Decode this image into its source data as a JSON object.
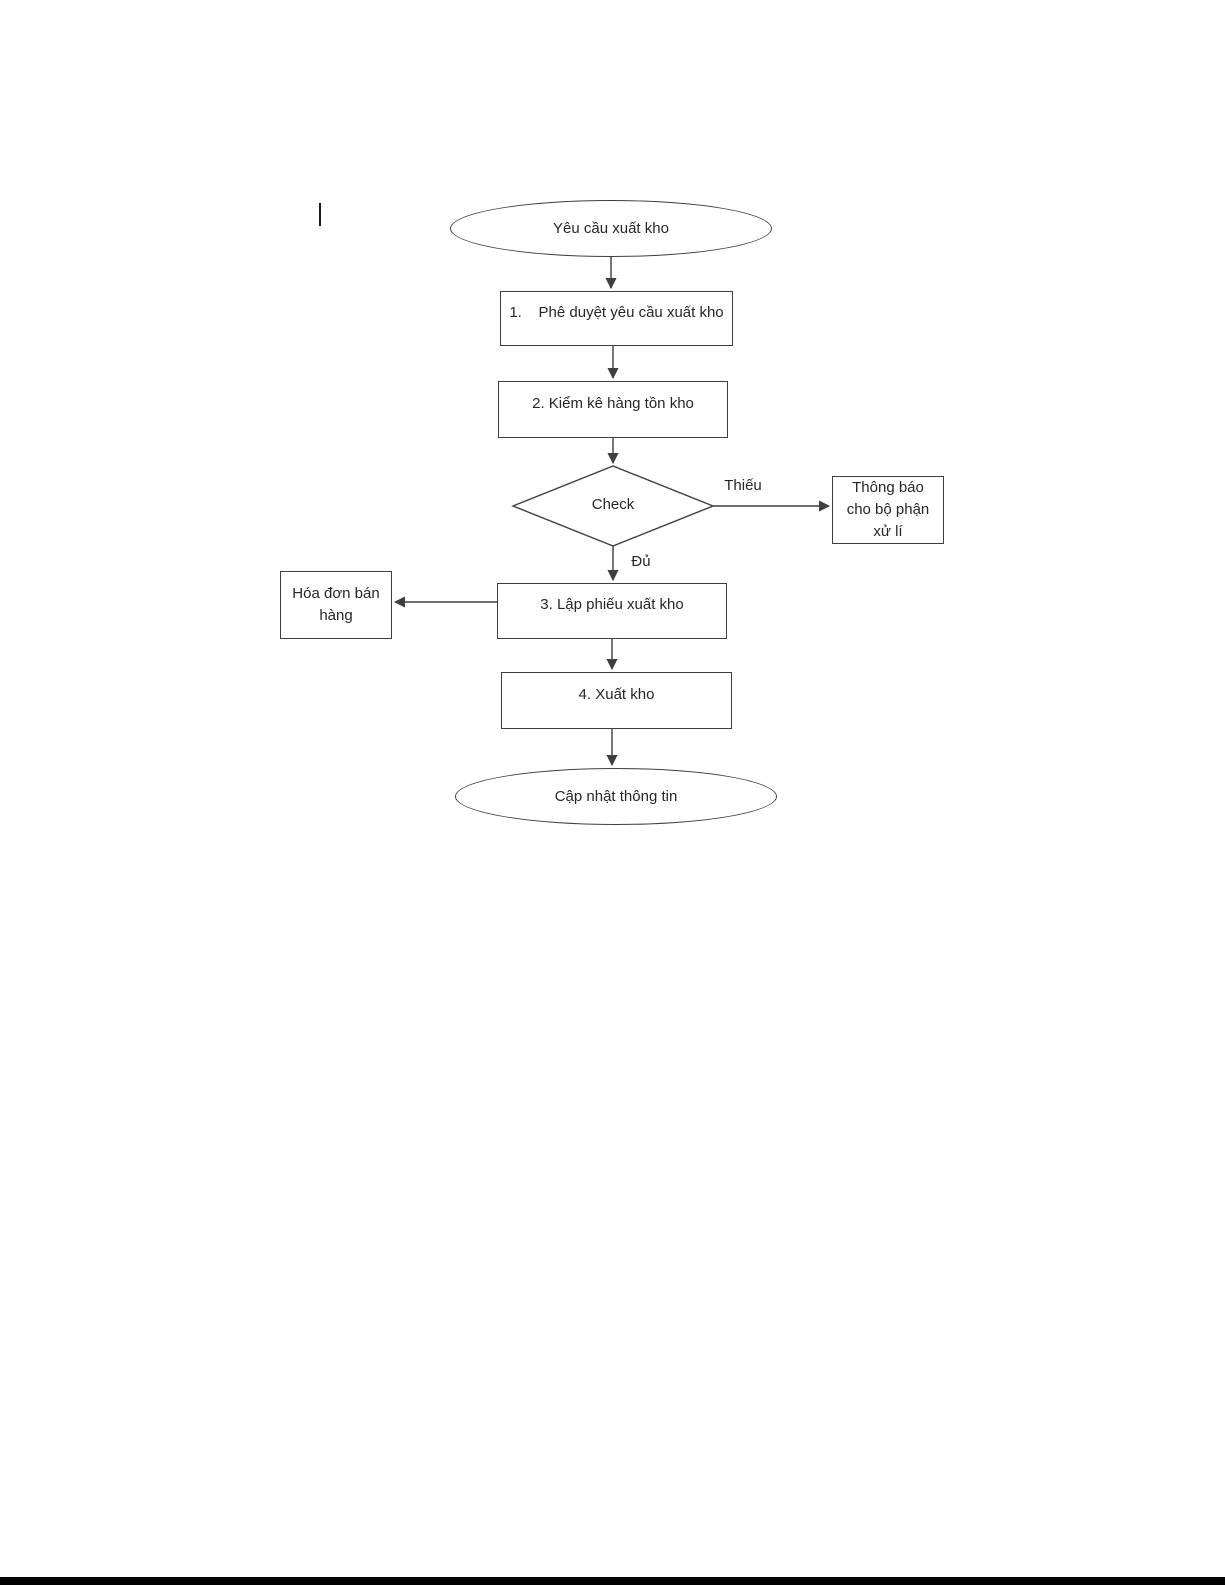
{
  "flowchart": {
    "start_label": "Yêu cầu xuất kho",
    "step1_label": "1.    Phê duyệt yêu cầu xuất kho",
    "step2_label": "2. Kiểm kê hàng tồn kho",
    "decision_label": "Check",
    "branch_insufficient_label": "Thiếu",
    "branch_sufficient_label": "Đủ",
    "notify_label": "Thông báo cho bộ phận xử lí",
    "step3_label": "3. Lập phiếu xuất kho",
    "invoice_label": "Hóa đơn bán hàng",
    "step4_label": "4. Xuất kho",
    "end_label": "Cập nhật thông tin"
  },
  "colors": {
    "line": "#3f3f3f",
    "text": "#262626",
    "background": "#ffffff",
    "bottom_bar": "#000000"
  }
}
